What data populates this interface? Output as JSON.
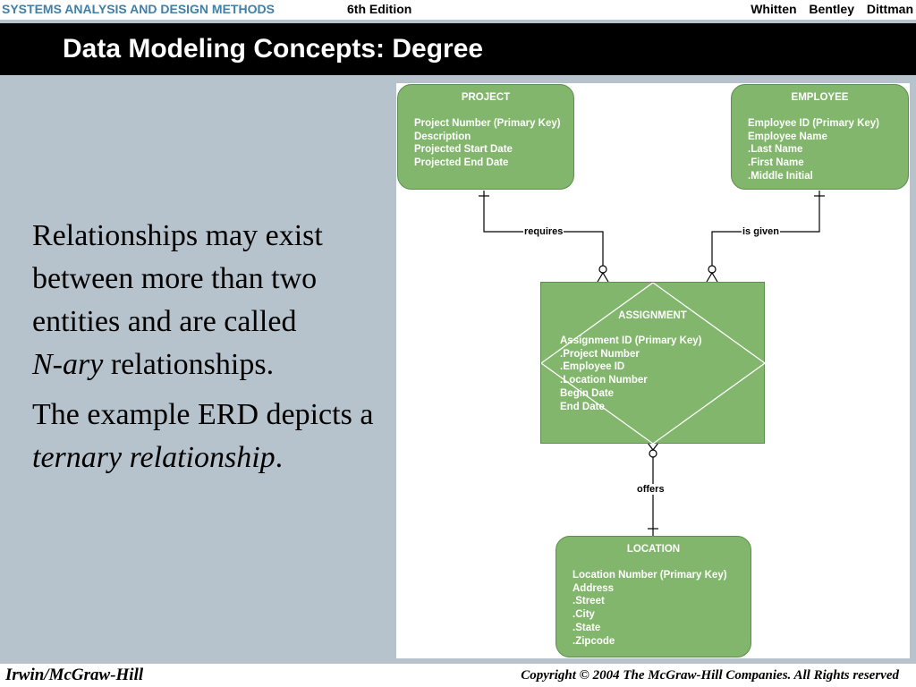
{
  "header": {
    "series_title": "SYSTEMS ANALYSIS AND DESIGN METHODS",
    "edition": "6th Edition",
    "authors": "Whitten   Bentley   Dittman"
  },
  "slide": {
    "title": "Data Modeling Concepts: Degree",
    "para1_text": "Relationships may exist between more than two entities and are called",
    "para1_italic": "N-ary",
    "para1_tail": " relationships.",
    "para2_text": "The example ERD depicts a ",
    "para2_italic": "ternary relationship",
    "para2_tail": "."
  },
  "diagram": {
    "entity_fill": "#82b66c",
    "line_color": "#000000",
    "entities": {
      "project": {
        "name": "PROJECT",
        "attributes": [
          "Project Number (Primary Key)",
          "Description",
          "Projected Start Date",
          "Projected End Date"
        ]
      },
      "employee": {
        "name": "EMPLOYEE",
        "attributes": [
          "Employee ID (Primary Key)",
          "Employee Name",
          ".Last Name",
          ".First Name",
          ".Middle Initial"
        ]
      },
      "assignment": {
        "name": "ASSIGNMENT",
        "attributes": [
          "Assignment ID (Primary Key)",
          ".Project Number",
          ".Employee ID",
          ".Location Number",
          "Begin Date",
          "End Date"
        ]
      },
      "location": {
        "name": "LOCATION",
        "attributes": [
          "Location Number (Primary Key)",
          "Address",
          ".Street",
          ".City",
          ".State",
          ".Zipcode"
        ]
      }
    },
    "relationships": {
      "requires": "requires",
      "is_given": "is given",
      "offers": "offers"
    }
  },
  "footer": {
    "publisher": "Irwin/McGraw-Hill",
    "copyright": "Copyright © 2004 The McGraw-Hill Companies. All Rights reserved"
  }
}
